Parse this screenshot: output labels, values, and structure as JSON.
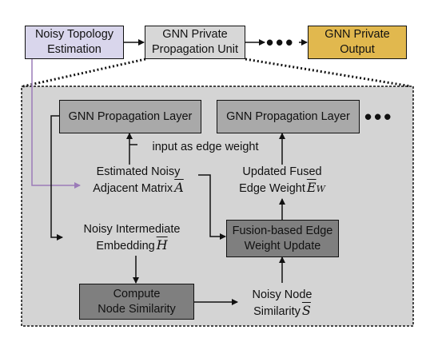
{
  "top": {
    "noisy_topology": "Noisy Topology\nEstimation",
    "private_unit": "GNN Private\nPropagation Unit",
    "private_output": "GNN Private\nOutput",
    "ellipsis": "•••"
  },
  "detail": {
    "prop_layer_1": "GNN Propagation Layer",
    "prop_layer_2": "GNN Propagation Layer",
    "ellipsis": "•••",
    "edge_weight_note": "input as edge weight",
    "estimated_noisy_line1": "Estimated Noisy",
    "estimated_noisy_line2": "Adjacent Matrix",
    "symbol_A": "A",
    "updated_fused_line1": "Updated Fused",
    "updated_fused_line2": "Edge Weight",
    "symbol_E": "E",
    "symbol_E_sub": "W",
    "noisy_intermediate_line1": "Noisy Intermediate",
    "noisy_intermediate_line2": "Embedding",
    "symbol_H": "H",
    "fusion_box": "Fusion-based Edge\nWeight Update",
    "compute_box": "Compute\nNode Similarity",
    "noisy_node_line1": "Noisy Node",
    "noisy_node_line2": "Similarity",
    "symbol_S": "S"
  },
  "colors": {
    "noisy_topology_fill": "#d9d6ec",
    "private_unit_fill": "#d7d7d7",
    "private_output_fill": "#e1b84e",
    "panel_fill": "#d4d4d4",
    "layer_fill": "#a9a9a9",
    "dark_box_fill": "#7f7f7f",
    "purple_line": "#9b7bb8"
  }
}
